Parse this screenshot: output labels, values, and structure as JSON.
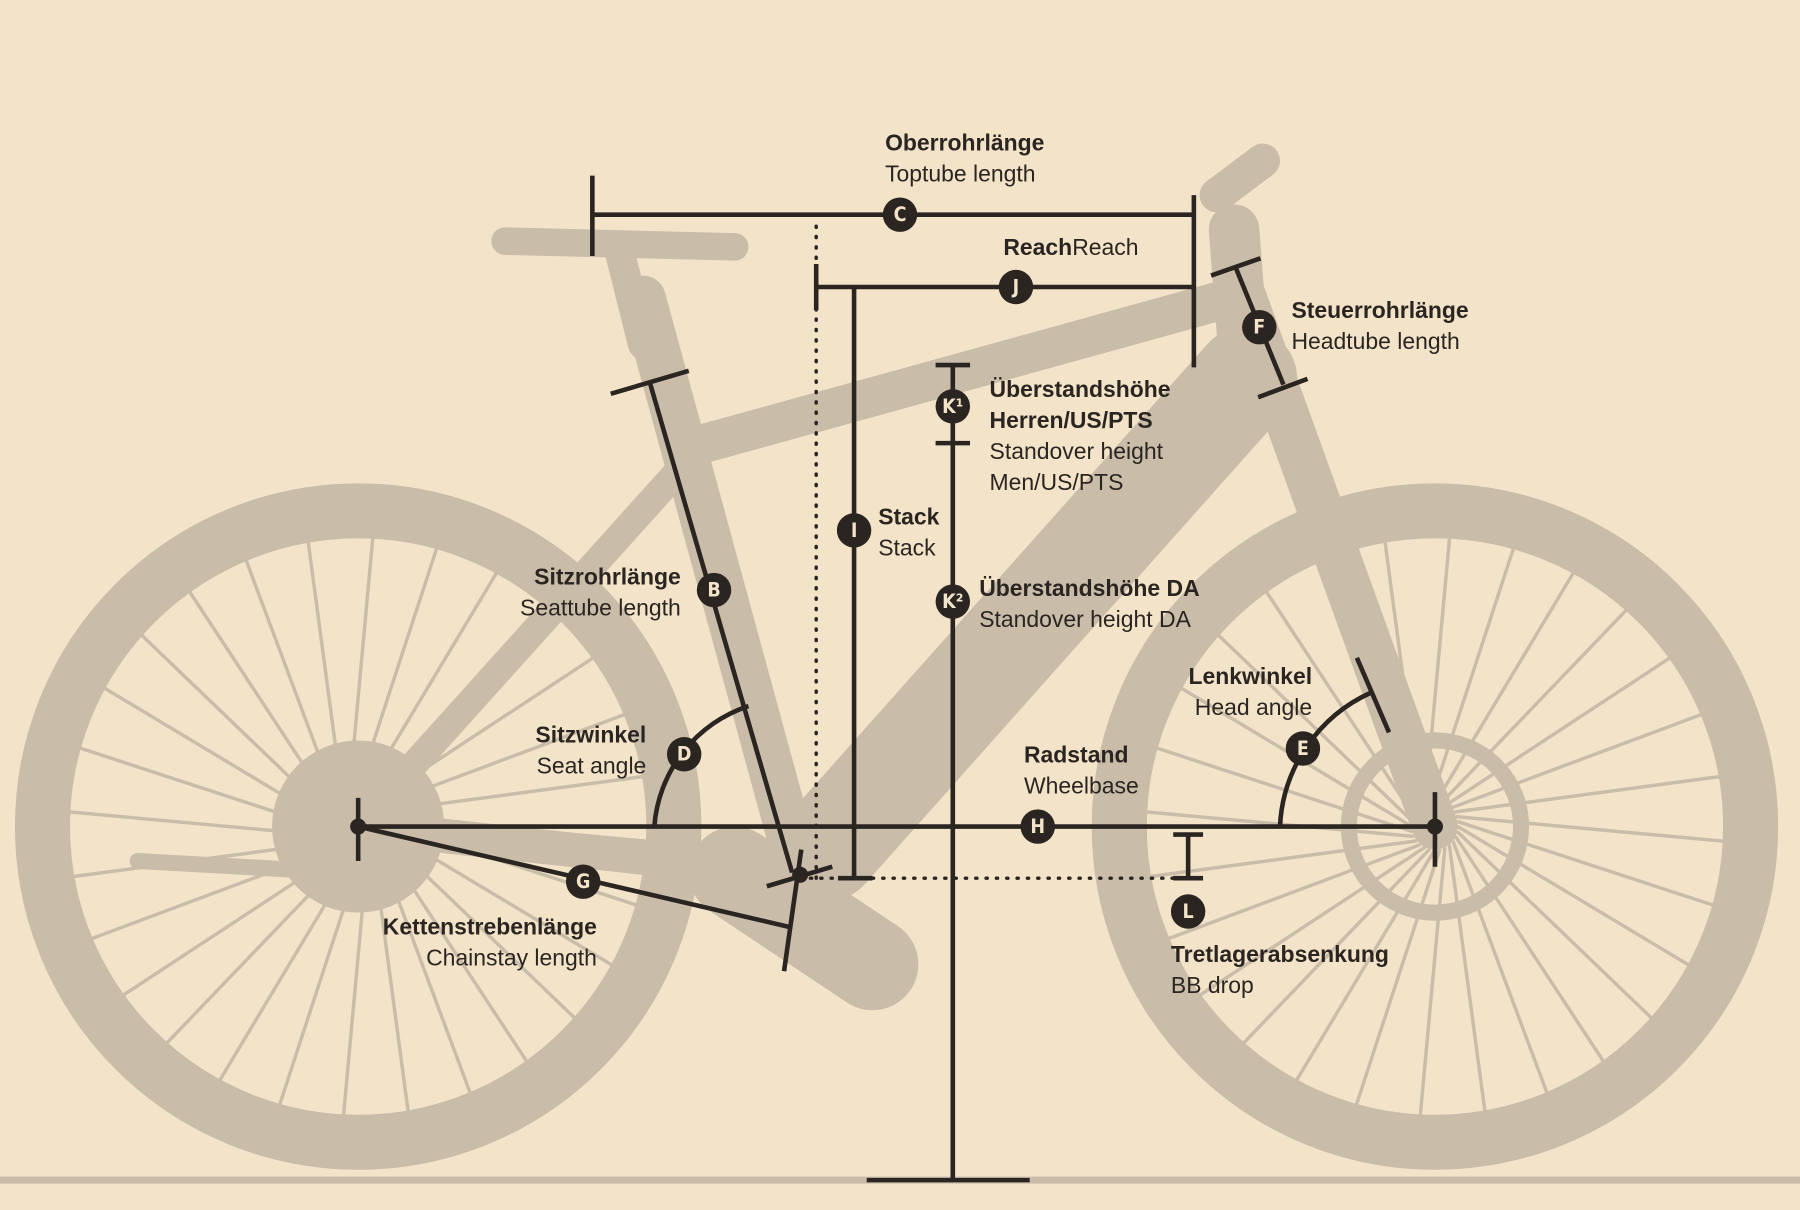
{
  "title": "Bike geometry diagram",
  "colors": {
    "background": "#f3e4c9",
    "silhouette": "#c9bca9",
    "lines": "#2b2521"
  },
  "measures": [
    {
      "id": "B",
      "de": "Sitzrohrlänge",
      "en": "Seattube length"
    },
    {
      "id": "C",
      "de": "Oberrohrlänge",
      "en": "Toptube length"
    },
    {
      "id": "D",
      "de": "Sitzwinkel",
      "en": "Seat angle"
    },
    {
      "id": "E",
      "de": "Lenkwinkel",
      "en": "Head angle"
    },
    {
      "id": "F",
      "de": "Steuerrohrlänge",
      "en": "Headtube length"
    },
    {
      "id": "G",
      "de": "Kettenstrebenlänge",
      "en": "Chainstay length"
    },
    {
      "id": "H",
      "de": "Radstand",
      "en": "Wheelbase"
    },
    {
      "id": "I",
      "de": "Stack",
      "en": "Stack"
    },
    {
      "id": "J",
      "de": "Reach",
      "en": "Reach"
    },
    {
      "id": "K¹",
      "de": "Überstandshöhe",
      "de2": "Herren/US/PTS",
      "en": "Standover height",
      "en2": "Men/US/PTS"
    },
    {
      "id": "K²",
      "de": "Überstandshöhe DA",
      "en": "Standover height DA"
    },
    {
      "id": "L",
      "de": "Tretlagerabsenkung",
      "en": "BB drop"
    }
  ]
}
